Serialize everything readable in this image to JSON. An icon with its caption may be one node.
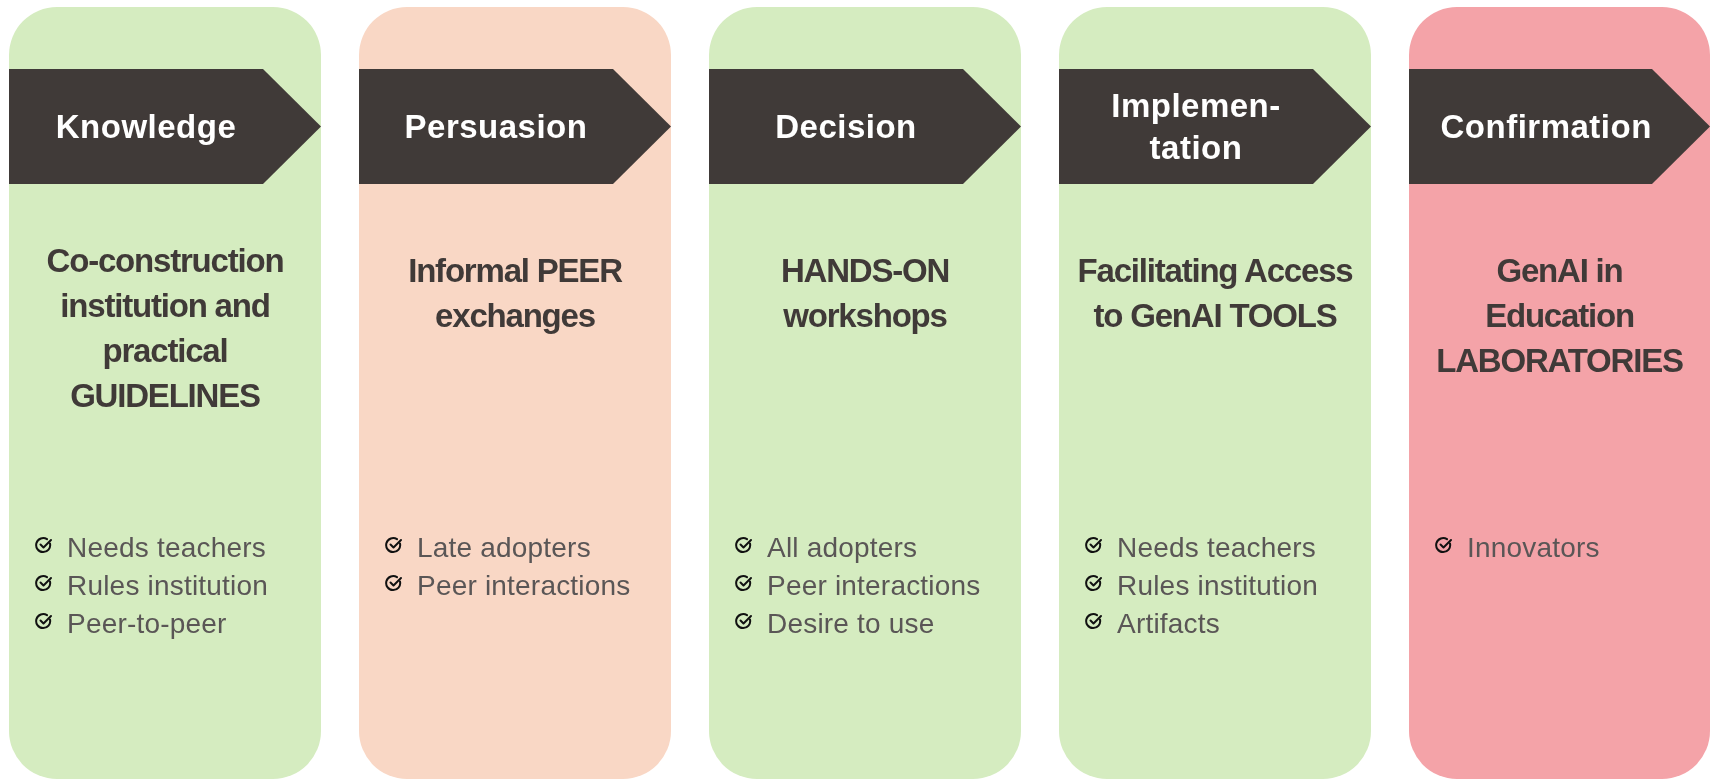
{
  "diagram": {
    "nodes": [
      {
        "text": [
          "Co-construction institution and practical GUIDELINES",
          "Needs teachers",
          "Rules institution",
          "Peer-to-peer"
        ]
      },
      {
        "text": [
          "Knowledge"
        ],
        "in": 0
      },
      {
        "text": [
          "Informal PEER exchanges",
          "Late adopters",
          "Peer interactions"
        ]
      },
      {
        "text": [
          "Persuasion"
        ],
        "in": 2
      },
      {
        "text": [
          "HANDS-ON workshops",
          "All adopters",
          "Peer interactions",
          "Desire to use"
        ]
      },
      {
        "text": [
          "Decision"
        ],
        "in": 4
      },
      {
        "text": [
          "Facilitating Access to GenAI TOOLS",
          "Needs teachers",
          "Rules institution",
          "Artifacts"
        ]
      },
      {
        "text": [
          "Implemen- tation"
        ],
        "in": 6
      },
      {
        "text": [
          "GenAI in Education LABORATORIES",
          "Innovators"
        ]
      },
      {
        "text": [
          "Confirmation"
        ],
        "in": 8
      }
    ]
  }
}
